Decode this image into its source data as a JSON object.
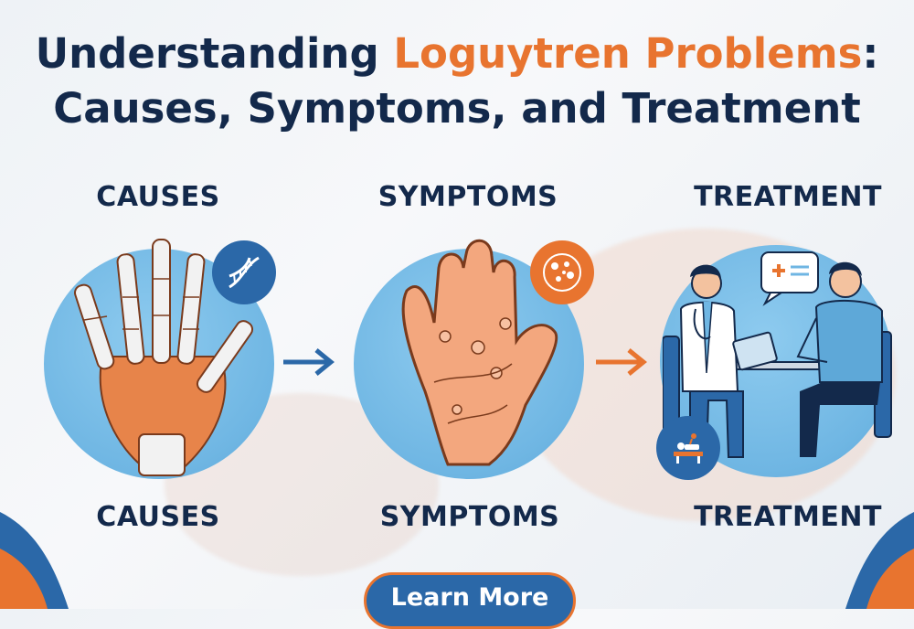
{
  "title": {
    "line1_pre": "Understanding ",
    "line1_accent": "Loguytren Problems",
    "line1_post": ":",
    "line2": "Causes, Symptoms, and Treatment"
  },
  "columns": [
    {
      "top_label": "CAUSES",
      "bottom_label": "CAUSES",
      "badge_icon": "dna-icon"
    },
    {
      "top_label": "SYMPTOMS",
      "bottom_label": "SYMPTOMS",
      "badge_icon": "cells-icon"
    },
    {
      "top_label": "TREATMENT",
      "bottom_label": "TREATMENT",
      "badge_icon": "therapy-icon"
    }
  ],
  "cta": {
    "label": "Learn More"
  },
  "colors": {
    "navy": "#13294b",
    "orange": "#e8742f",
    "blue": "#2b68a8",
    "circle": "#6fb6e3"
  }
}
